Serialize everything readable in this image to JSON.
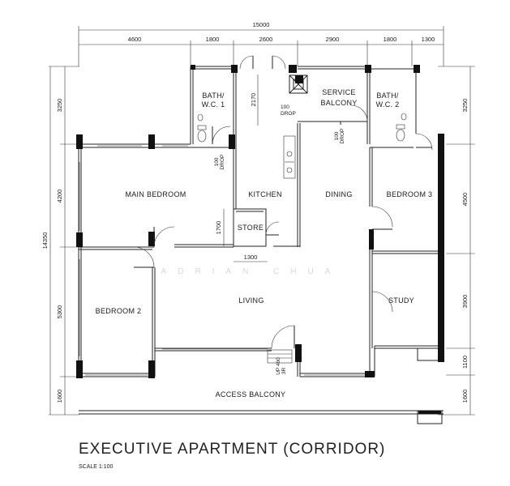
{
  "plan": {
    "title": "EXECUTIVE APARTMENT (CORRIDOR)",
    "scale": "SCALE 1:100",
    "watermark": "ADRIAN CHUA",
    "dimensions_top": {
      "overall": "15000",
      "segments": [
        "4600",
        "1800",
        "2600",
        "2900",
        "1800",
        "1300"
      ]
    },
    "dimensions_left": {
      "overall": "14350",
      "segments": [
        "3250",
        "4200",
        "5300",
        "1600"
      ]
    },
    "dimensions_right": {
      "segments": [
        "3250",
        "4500",
        "3900",
        "1100",
        "1600"
      ]
    },
    "dimensions_internal": {
      "kitchen_depth": "2170",
      "store_height": "1700",
      "store_width": "1300"
    },
    "rooms": {
      "bath_wc_1_line1": "BATH/",
      "bath_wc_1_line2": "W.C. 1",
      "service_balcony_line1": "SERVICE",
      "service_balcony_line2": "BALCONY",
      "bath_wc_2_line1": "BATH/",
      "bath_wc_2_line2": "W.C. 2",
      "main_bedroom": "MAIN BEDROOM",
      "kitchen": "KITCHEN",
      "dining": "DINING",
      "bedroom_3": "BEDROOM 3",
      "store": "STORE",
      "living": "LIVING",
      "bedroom_2": "BEDROOM 2",
      "study": "STUDY",
      "access_balcony": "ACCESS BALCONY"
    },
    "notes": {
      "drop_1_line1": "100",
      "drop_1_line2": "DROP",
      "drop_2_line1": "100",
      "drop_2_line2": "DROP",
      "drop_3_line1": "100",
      "drop_3_line2": "DROP",
      "step": "UP 460",
      "step_risers": "3R"
    }
  }
}
